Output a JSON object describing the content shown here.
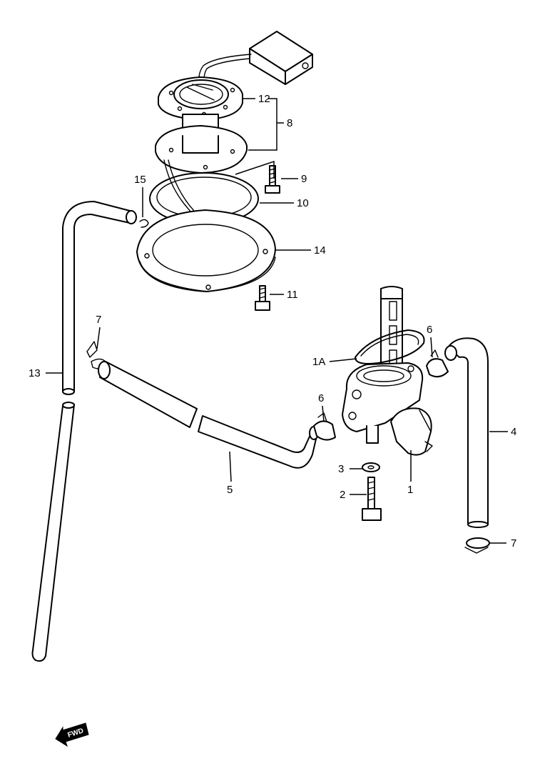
{
  "diagram": {
    "callouts": [
      {
        "id": "c1",
        "label": "1"
      },
      {
        "id": "c1a",
        "label": "1A"
      },
      {
        "id": "c2",
        "label": "2"
      },
      {
        "id": "c3",
        "label": "3"
      },
      {
        "id": "c4",
        "label": "4"
      },
      {
        "id": "c5",
        "label": "5"
      },
      {
        "id": "c6a",
        "label": "6"
      },
      {
        "id": "c6b",
        "label": "6"
      },
      {
        "id": "c7a",
        "label": "7"
      },
      {
        "id": "c7b",
        "label": "7"
      },
      {
        "id": "c8",
        "label": "8"
      },
      {
        "id": "c9",
        "label": "9"
      },
      {
        "id": "c10",
        "label": "10"
      },
      {
        "id": "c11",
        "label": "11"
      },
      {
        "id": "c12",
        "label": "12"
      },
      {
        "id": "c13",
        "label": "13"
      },
      {
        "id": "c14",
        "label": "14"
      },
      {
        "id": "c15",
        "label": "15"
      }
    ],
    "fwd_marker": "FWD"
  }
}
